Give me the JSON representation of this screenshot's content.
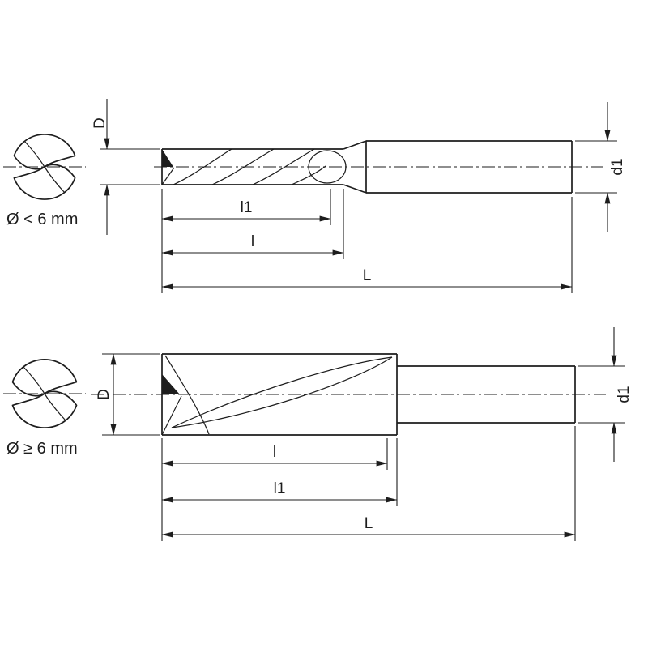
{
  "drawing": {
    "background_color": "#ffffff",
    "line_color": "#1d1d1d",
    "description": "End mill dimension drawing, two size variants",
    "variants": [
      {
        "condition": "Ø < 6 mm",
        "labels": {
          "D": "D",
          "d1": "d1",
          "l1": "l1",
          "l": "l",
          "L": "L"
        }
      },
      {
        "condition": "Ø ≥ 6 mm",
        "labels": {
          "D": "D",
          "d1": "d1",
          "l": "l",
          "l1": "l1",
          "L": "L"
        }
      }
    ]
  }
}
